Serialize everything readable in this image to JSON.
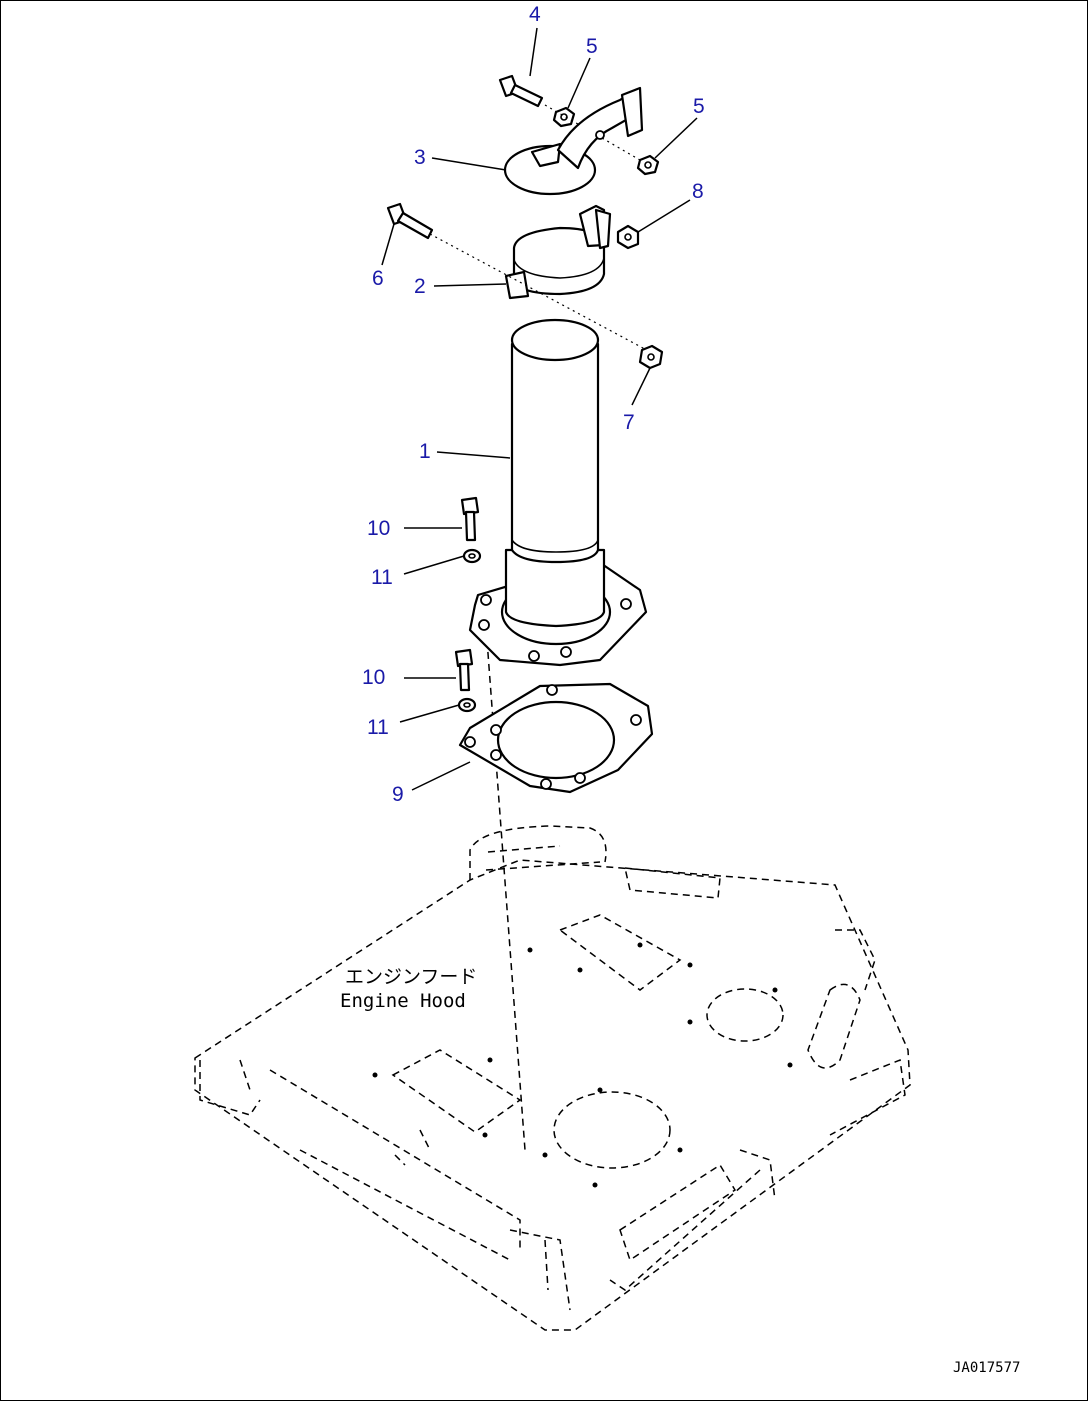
{
  "callouts": [
    {
      "id": "c4",
      "text": "4"
    },
    {
      "id": "c5a",
      "text": "5"
    },
    {
      "id": "c5b",
      "text": "5"
    },
    {
      "id": "c3",
      "text": "3"
    },
    {
      "id": "c8",
      "text": "8"
    },
    {
      "id": "c6",
      "text": "6"
    },
    {
      "id": "c2",
      "text": "2"
    },
    {
      "id": "c7",
      "text": "7"
    },
    {
      "id": "c1",
      "text": "1"
    },
    {
      "id": "c10a",
      "text": "10"
    },
    {
      "id": "c11a",
      "text": "11"
    },
    {
      "id": "c10b",
      "text": "10"
    },
    {
      "id": "c11b",
      "text": "11"
    },
    {
      "id": "c9",
      "text": "9"
    }
  ],
  "engine_hood_label_jp": "エンジンフード",
  "engine_hood_label_en": "Engine Hood",
  "drawing_id": "JA017577",
  "colors": {
    "callout": "#1a1aa8",
    "line": "#000000",
    "background": "#ffffff"
  }
}
